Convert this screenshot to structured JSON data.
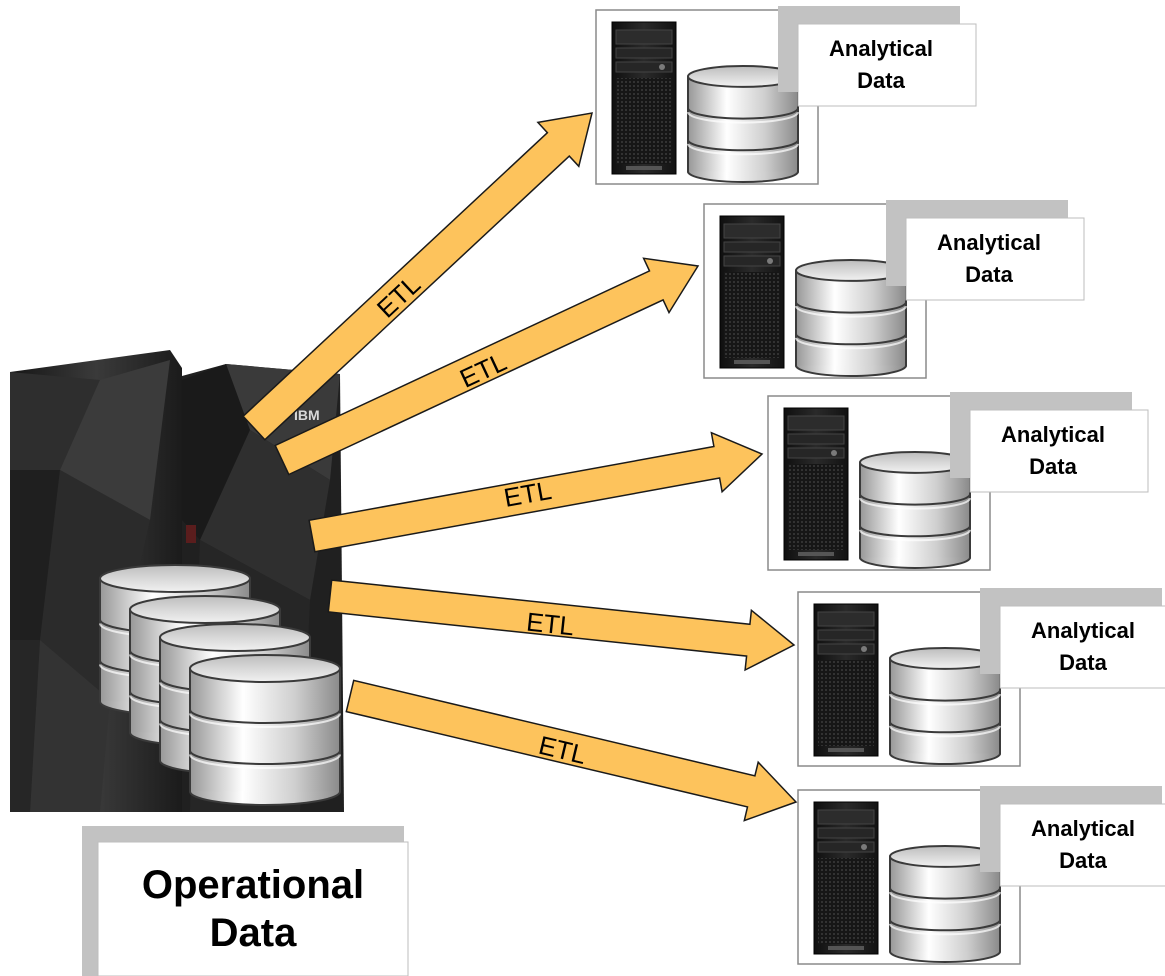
{
  "source": {
    "label_line1": "Operational",
    "label_line2": "Data"
  },
  "flows": [
    {
      "label": "ETL"
    },
    {
      "label": "ETL"
    },
    {
      "label": "ETL"
    },
    {
      "label": "ETL"
    },
    {
      "label": "ETL"
    }
  ],
  "targets": [
    {
      "label_line1": "Analytical",
      "label_line2": "Data"
    },
    {
      "label_line1": "Analytical",
      "label_line2": "Data"
    },
    {
      "label_line1": "Analytical",
      "label_line2": "Data"
    },
    {
      "label_line1": "Analytical",
      "label_line2": "Data"
    },
    {
      "label_line1": "Analytical",
      "label_line2": "Data"
    }
  ],
  "mainframe": {
    "brand": "IBM"
  },
  "colors": {
    "arrow_fill": "#fdc35c",
    "arrow_stroke": "#1a1a1a",
    "mainframe": "#232323",
    "tower": "#1c1c1c",
    "label_shadow": "#c2c2c2",
    "box_border": "#8a8a8a"
  }
}
